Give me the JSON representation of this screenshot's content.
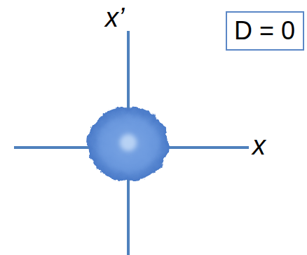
{
  "diagram": {
    "nodes": [
      {
        "text": [
          "D = 0"
        ]
      }
    ],
    "labels": [
      "x’",
      "x"
    ]
  }
}
